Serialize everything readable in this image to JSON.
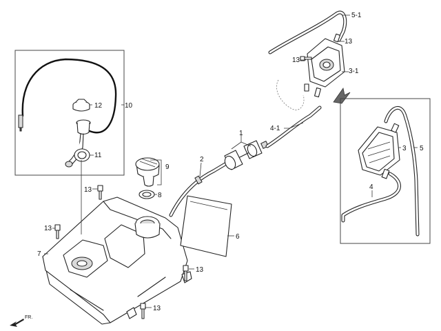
{
  "callouts": {
    "c5_1": "5-1",
    "c13_pump_top": "13",
    "c13_pump_bolt": "13",
    "c3_1": "3-1",
    "c4_1": "4-1",
    "c1": "1",
    "c2": "2",
    "c10": "10",
    "c12": "12",
    "c11": "11",
    "c9": "9",
    "c8": "8",
    "c13_tank_top": "13",
    "c13_tank_left": "13",
    "c7": "7",
    "c13_tank_right": "13",
    "c13_tank_bottom": "13",
    "c6": "6",
    "c3": "3",
    "c5": "5",
    "c4": "4"
  },
  "direction_label": "FR."
}
